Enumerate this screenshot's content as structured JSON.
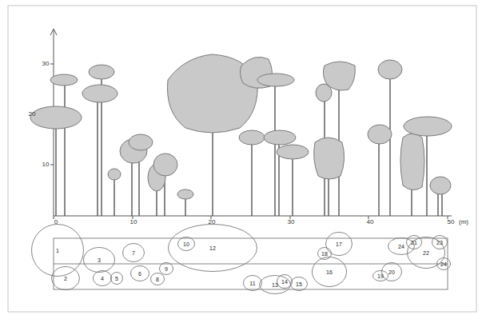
{
  "diagram": {
    "nodes": [
      {
        "text": [
          "1"
        ]
      },
      {
        "text": [
          "2"
        ]
      },
      {
        "text": [
          "3"
        ]
      },
      {
        "text": [
          "4"
        ]
      },
      {
        "text": [
          "5"
        ]
      },
      {
        "text": [
          "6"
        ]
      },
      {
        "text": [
          "7"
        ]
      },
      {
        "text": [
          "8"
        ]
      },
      {
        "text": [
          "9"
        ]
      },
      {
        "text": [
          "12"
        ]
      },
      {
        "text": [
          "10"
        ],
        "in": 9
      },
      {
        "text": [
          "11"
        ]
      },
      {
        "text": [
          "13"
        ]
      },
      {
        "text": [
          "14"
        ]
      },
      {
        "text": [
          "15"
        ]
      },
      {
        "text": [
          "16"
        ]
      },
      {
        "text": [
          "17"
        ]
      },
      {
        "text": [
          "18"
        ]
      },
      {
        "text": [
          "19"
        ]
      },
      {
        "text": [
          "20"
        ]
      },
      {
        "text": [
          "21"
        ]
      },
      {
        "text": [
          "22"
        ]
      },
      {
        "text": [
          "23"
        ]
      },
      {
        "text": [
          "24"
        ]
      },
      {
        "text": [
          "24"
        ]
      }
    ],
    "labels": [
      "30",
      "20",
      "10",
      "0",
      "10",
      "20",
      "30",
      "40",
      "50",
      "(m)"
    ]
  }
}
